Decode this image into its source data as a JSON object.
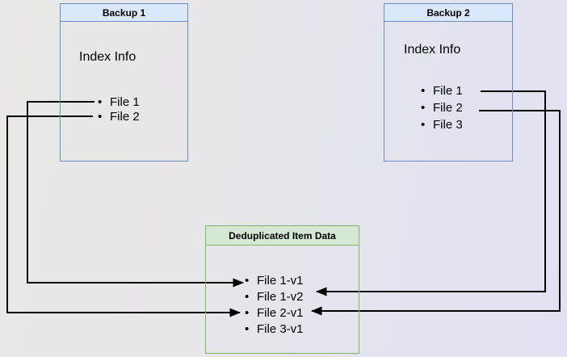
{
  "diagram": {
    "backup1": {
      "title": "Backup 1",
      "body_label": "Index Info",
      "files": [
        "File 1",
        "File 2"
      ]
    },
    "backup2": {
      "title": "Backup 2",
      "body_label": "Index Info",
      "files": [
        "File 1",
        "File 2",
        "File 3"
      ]
    },
    "dedup": {
      "title": "Deduplicated Item Data",
      "items": [
        "File 1-v1",
        "File 1-v2",
        "File 2-v1",
        "File 3-v1"
      ]
    },
    "edges": [
      {
        "from": "backup1-file-1",
        "to": "dedup-file-1-v1"
      },
      {
        "from": "backup1-file-2",
        "to": "dedup-file-2-v1"
      },
      {
        "from": "backup2-file-1",
        "to": "dedup-file-1-v2"
      },
      {
        "from": "backup2-file-2",
        "to": "dedup-file-2-v1"
      }
    ],
    "bullet_glyph": "•",
    "colors": {
      "blue_border": "#6c8ebf",
      "blue_header": "#dae8fc",
      "green_border": "#82b366",
      "green_header": "#d5e8d4",
      "line": "#000000"
    }
  }
}
